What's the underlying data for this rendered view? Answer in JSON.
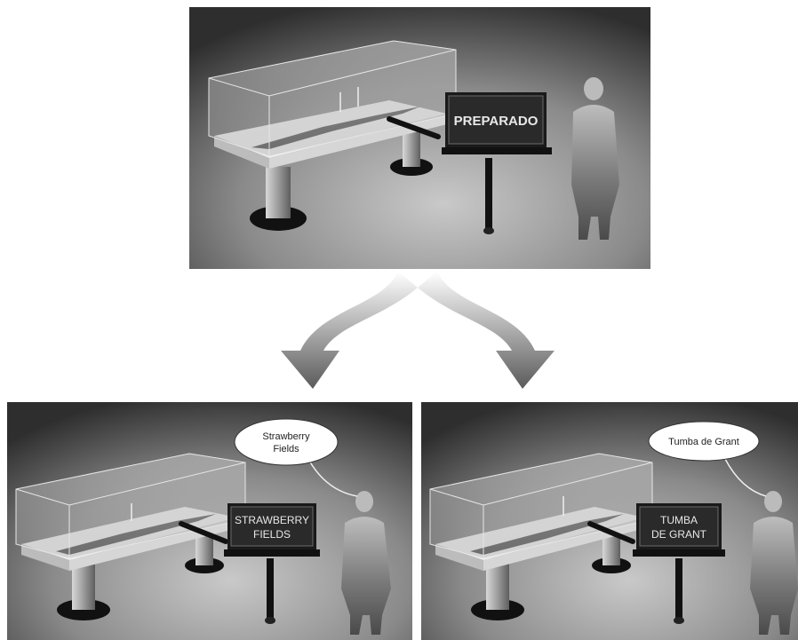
{
  "top_panel": {
    "screen_text": "PREPARADO"
  },
  "left_panel": {
    "screen_line1": "STRAWBERRY",
    "screen_line2": "FIELDS",
    "bubble_line1": "Strawberry",
    "bubble_line2": "Fields"
  },
  "right_panel": {
    "screen_line1": "TUMBA",
    "screen_line2": "DE GRANT",
    "bubble_text": "Tumba de Grant"
  }
}
